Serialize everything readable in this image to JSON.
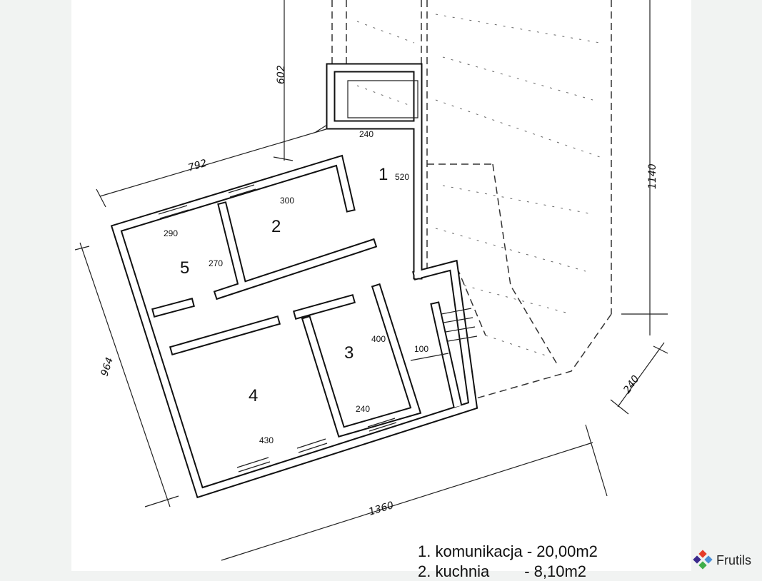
{
  "plan": {
    "rooms": [
      "1",
      "2",
      "3",
      "4",
      "5"
    ],
    "room_dims": {
      "r1_top": "240",
      "r1_side": "520",
      "r2": "300",
      "r5_w": "290",
      "r5_h": "270",
      "r3_h": "400",
      "r3_w": "240",
      "stair": "100",
      "r4": "430"
    },
    "overall_dims": {
      "d602": "602",
      "d792": "792",
      "d1140": "1140",
      "d964": "964",
      "d1360": "1360",
      "d240": "240"
    }
  },
  "legend": [
    "1. komunikacja - 20,00m2",
    "2. kuchnia        - 8,10m2"
  ],
  "watermark": {
    "text": "Frutils",
    "colors": [
      "#e53d2b",
      "#4a8fd6",
      "#3fae4a",
      "#3b2a8c"
    ]
  }
}
